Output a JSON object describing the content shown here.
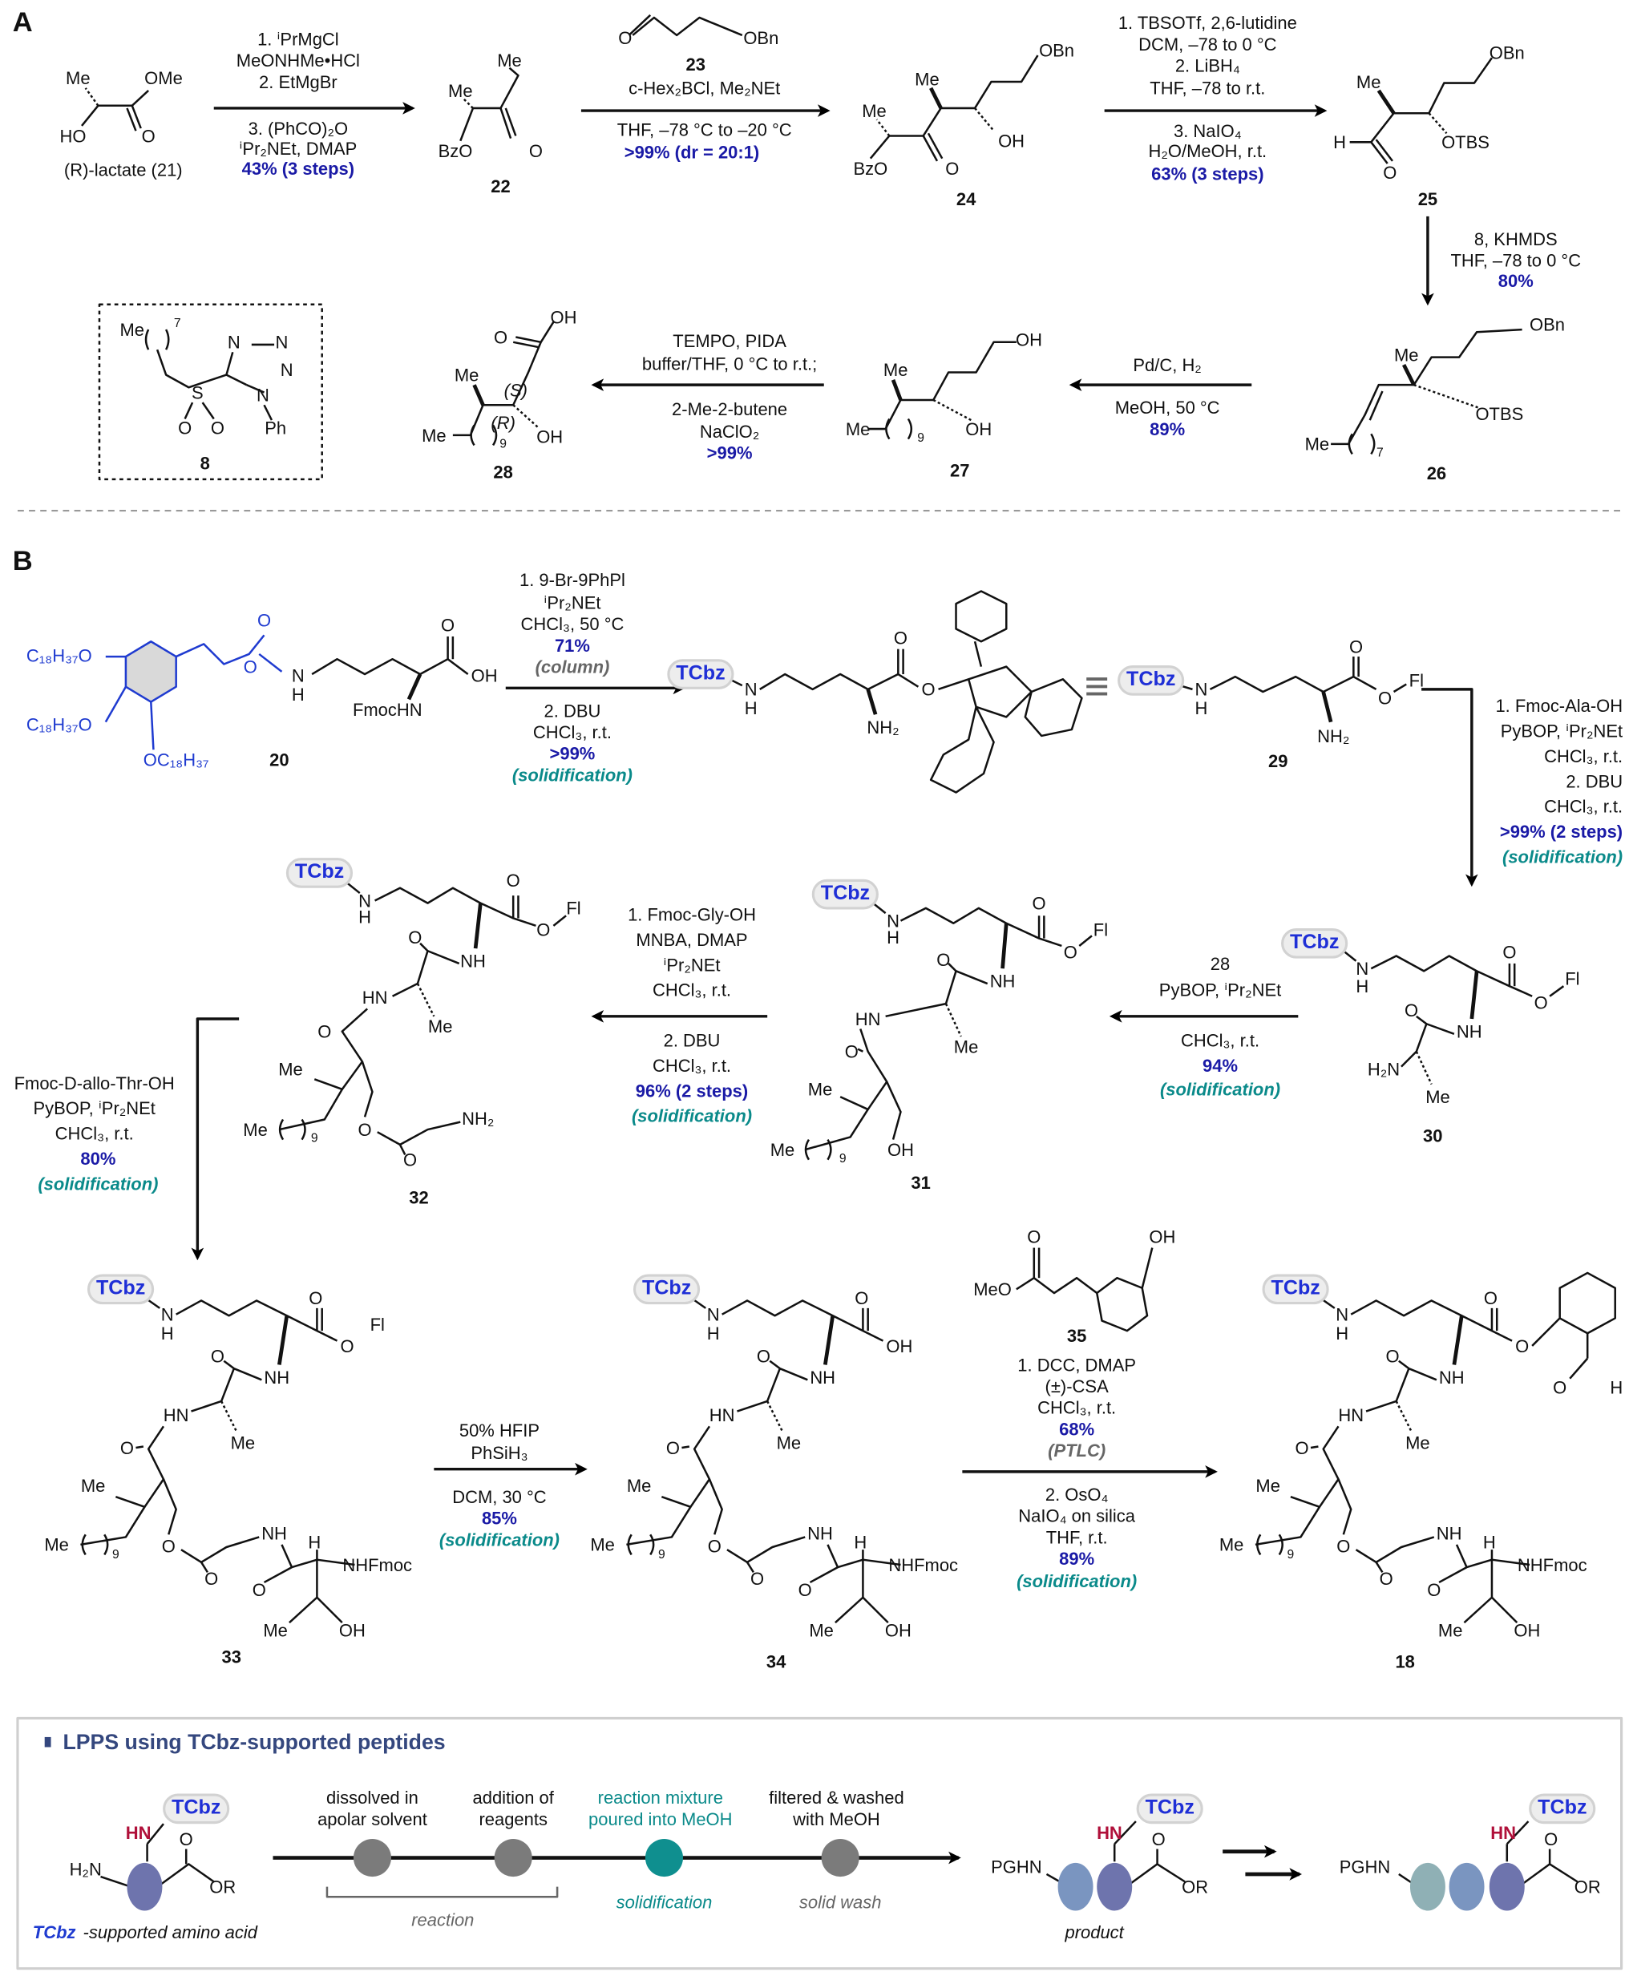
{
  "panel_labels": {
    "a": "A",
    "b": "B"
  },
  "c21": {
    "atoms": [
      "Me",
      "OMe",
      "HO",
      "O"
    ],
    "name": "(R)-lactate (21)"
  },
  "s1": {
    "lines": [
      "1. ⁱPrMgCl",
      "MeONHMe•HCl",
      "2. EtMgBr",
      "3. (PhCO)₂O",
      "ⁱPr₂NEt, DMAP"
    ],
    "yield": "43% (3 steps)"
  },
  "c22": {
    "atoms": [
      "Me",
      "Me",
      "BzO",
      "O"
    ],
    "num": "22"
  },
  "c23": {
    "atoms": [
      "O",
      "OBn"
    ],
    "num": "23"
  },
  "s2": {
    "lines": [
      "c-Hex₂BCl, Me₂NEt",
      "THF, –78 °C to –20 °C"
    ],
    "yield": ">99% (dr = 20:1)"
  },
  "c24": {
    "atoms": [
      "OBn",
      "Me",
      "Me",
      "OH",
      "BzO",
      "O"
    ],
    "num": "24"
  },
  "s3": {
    "lines": [
      "1. TBSOTf, 2,6-lutidine",
      "DCM, –78 to 0 °C",
      "2. LiBH₄",
      "THF, –78 to r.t.",
      "3. NaIO₄",
      "H₂O/MeOH, r.t."
    ],
    "yield": "63% (3 steps)"
  },
  "c25": {
    "atoms": [
      "OBn",
      "Me",
      "H",
      "OTBS",
      "O"
    ],
    "num": "25"
  },
  "s4": {
    "lines": [
      "8, KHMDS",
      "THF, –78 to 0 °C"
    ],
    "yield": "80%"
  },
  "c26": {
    "atoms": [
      "OBn",
      "Me",
      "OTBS",
      "Me",
      "7"
    ],
    "num": "26"
  },
  "s5": {
    "lines": [
      "Pd/C, H₂",
      "MeOH, 50 °C"
    ],
    "yield": "89%"
  },
  "c27": {
    "atoms": [
      "OH",
      "Me",
      "Me",
      "9",
      "OH"
    ],
    "num": "27"
  },
  "s6": {
    "lines": [
      "TEMPO, PIDA",
      "buffer/THF, 0 °C to r.t.;",
      "2-Me-2-butene",
      "NaClO₂"
    ],
    "yield": ">99%"
  },
  "c28": {
    "atoms": [
      "OH",
      "O",
      "Me",
      "(S)",
      "(R)",
      "Me",
      "9",
      "OH"
    ],
    "num": "28"
  },
  "c8": {
    "atoms": [
      "Me",
      "7",
      "N",
      "N",
      "N",
      "N",
      "S",
      "O",
      "O",
      "Ph"
    ],
    "num": "8"
  },
  "c20": {
    "atoms": [
      "C₁₈H₃₇O",
      "C₁₈H₃₇O",
      "OC₁₈H₃₇",
      "O",
      "O",
      "N",
      "H",
      "O",
      "OH",
      "FmocHN"
    ],
    "num": "20"
  },
  "s7": {
    "lines": [
      "1. 9-Br-9PhPl",
      "ⁱPr₂NEt",
      "CHCl₃, 50 °C",
      "2. DBU",
      "CHCl₃, r.t."
    ],
    "yields": [
      "71%",
      ">99%"
    ],
    "notes": [
      "(column)",
      "(solidification)"
    ]
  },
  "int": {
    "tag": "TCbz",
    "atoms": [
      "N",
      "H",
      "O",
      "O",
      "NH₂"
    ],
    "equiv": "≡"
  },
  "c29": {
    "tag": "TCbz",
    "atoms": [
      "N",
      "H",
      "O",
      "O",
      "Fl",
      "NH₂"
    ],
    "num": "29"
  },
  "s8": {
    "lines": [
      "1. Fmoc-Ala-OH",
      "PyBOP, ⁱPr₂NEt",
      "CHCl₃, r.t.",
      "2. DBU",
      "CHCl₃, r.t."
    ],
    "yield": ">99% (2 steps)",
    "note": "(solidification)"
  },
  "c30": {
    "tag": "TCbz",
    "atoms": [
      "N",
      "H",
      "O",
      "O",
      "Fl",
      "O",
      "NH",
      "H₂N",
      "Me"
    ],
    "num": "30"
  },
  "s9": {
    "lines": [
      "28",
      "PyBOP, ⁱPr₂NEt",
      "CHCl₃, r.t."
    ],
    "yield": "94%",
    "note": "(solidification)"
  },
  "c31": {
    "tag": "TCbz",
    "atoms": [
      "N",
      "H",
      "O",
      "O",
      "Fl",
      "O",
      "NH",
      "HN",
      "Me",
      "O",
      "Me",
      "Me",
      "9",
      "OH"
    ],
    "num": "31"
  },
  "s10": {
    "lines": [
      "1. Fmoc-Gly-OH",
      "MNBA, DMAP",
      "ⁱPr₂NEt",
      "CHCl₃, r.t.",
      "2. DBU",
      "CHCl₃, r.t."
    ],
    "yield": "96% (2 steps)",
    "note": "(solidification)"
  },
  "c32": {
    "tag": "TCbz",
    "atoms": [
      "N",
      "H",
      "O",
      "O",
      "Fl",
      "O",
      "NH",
      "HN",
      "Me",
      "O",
      "Me",
      "Me",
      "9",
      "O",
      "NH₂",
      "O"
    ],
    "num": "32"
  },
  "s11": {
    "lines": [
      "Fmoc-D-allo-Thr-OH",
      "PyBOP, ⁱPr₂NEt",
      "CHCl₃, r.t."
    ],
    "yield": "80%",
    "note": "(solidification)"
  },
  "c33": {
    "tag": "TCbz",
    "atoms": [
      "N",
      "H",
      "O",
      "O",
      "Fl",
      "O",
      "NH",
      "HN",
      "Me",
      "O",
      "Me",
      "Me",
      "9",
      "O",
      "NH",
      "H",
      "O",
      "NHFmoc",
      "O",
      "Me",
      "OH"
    ],
    "num": "33"
  },
  "s12": {
    "lines": [
      "50% HFIP",
      "PhSiH₃",
      "DCM, 30 °C"
    ],
    "yield": "85%",
    "note": "(solidification)"
  },
  "c34": {
    "tag": "TCbz",
    "atoms": [
      "N",
      "H",
      "O",
      "OH",
      "O",
      "NH",
      "HN",
      "Me",
      "O",
      "Me",
      "Me",
      "9",
      "O",
      "NH",
      "H",
      "O",
      "NHFmoc",
      "O",
      "Me",
      "OH"
    ],
    "num": "34"
  },
  "c35": {
    "atoms": [
      "O",
      "OH",
      "MeO"
    ],
    "num": "35"
  },
  "s13": {
    "lines": [
      "1. DCC, DMAP",
      "(±)-CSA",
      "CHCl₃, r.t.",
      "2. OsO₄",
      "NaIO₄ on silica",
      "THF, r.t."
    ],
    "yields": [
      "68%",
      "89%"
    ],
    "notes": [
      "(PTLC)",
      "(solidification)"
    ]
  },
  "c18": {
    "tag": "TCbz",
    "atoms": [
      "N",
      "H",
      "O",
      "O",
      "O",
      "H",
      "O",
      "NH",
      "HN",
      "Me",
      "O",
      "Me",
      "Me",
      "9",
      "O",
      "NH",
      "H",
      "O",
      "NHFmoc",
      "O",
      "Me",
      "OH"
    ],
    "num": "18"
  },
  "lpps": {
    "title": "LPPS using TCbz-supported peptides",
    "aa": {
      "tag": "TCbz",
      "hn": "HN",
      "o": "O",
      "h2n": "H₂N",
      "or": "OR",
      "caption_tag": "TCbz",
      "caption_rest": "-supported amino acid"
    },
    "steps": [
      {
        "line1": "dissolved in",
        "line2": "apolar solvent"
      },
      {
        "line1": "addition of",
        "line2": "reagents"
      },
      {
        "line1": "reaction mixture",
        "line2": "poured into MeOH"
      },
      {
        "line1": "filtered & washed",
        "line2": "with MeOH"
      }
    ],
    "phases": [
      "reaction",
      "solidification",
      "solid wash"
    ],
    "product": {
      "pghn": "PGHN",
      "hn": "HN",
      "tag": "TCbz",
      "o": "O",
      "or": "OR",
      "caption": "product"
    },
    "final": {
      "pghn": "PGHN",
      "hn": "HN",
      "tag": "TCbz",
      "o": "O",
      "or": "OR"
    },
    "colors": {
      "grey": "#7b7b7b",
      "teal": "#0f8f8f",
      "residue1": "#6e74ad",
      "residue2": "#7a95c0",
      "residue3": "#8fb0b5"
    }
  }
}
